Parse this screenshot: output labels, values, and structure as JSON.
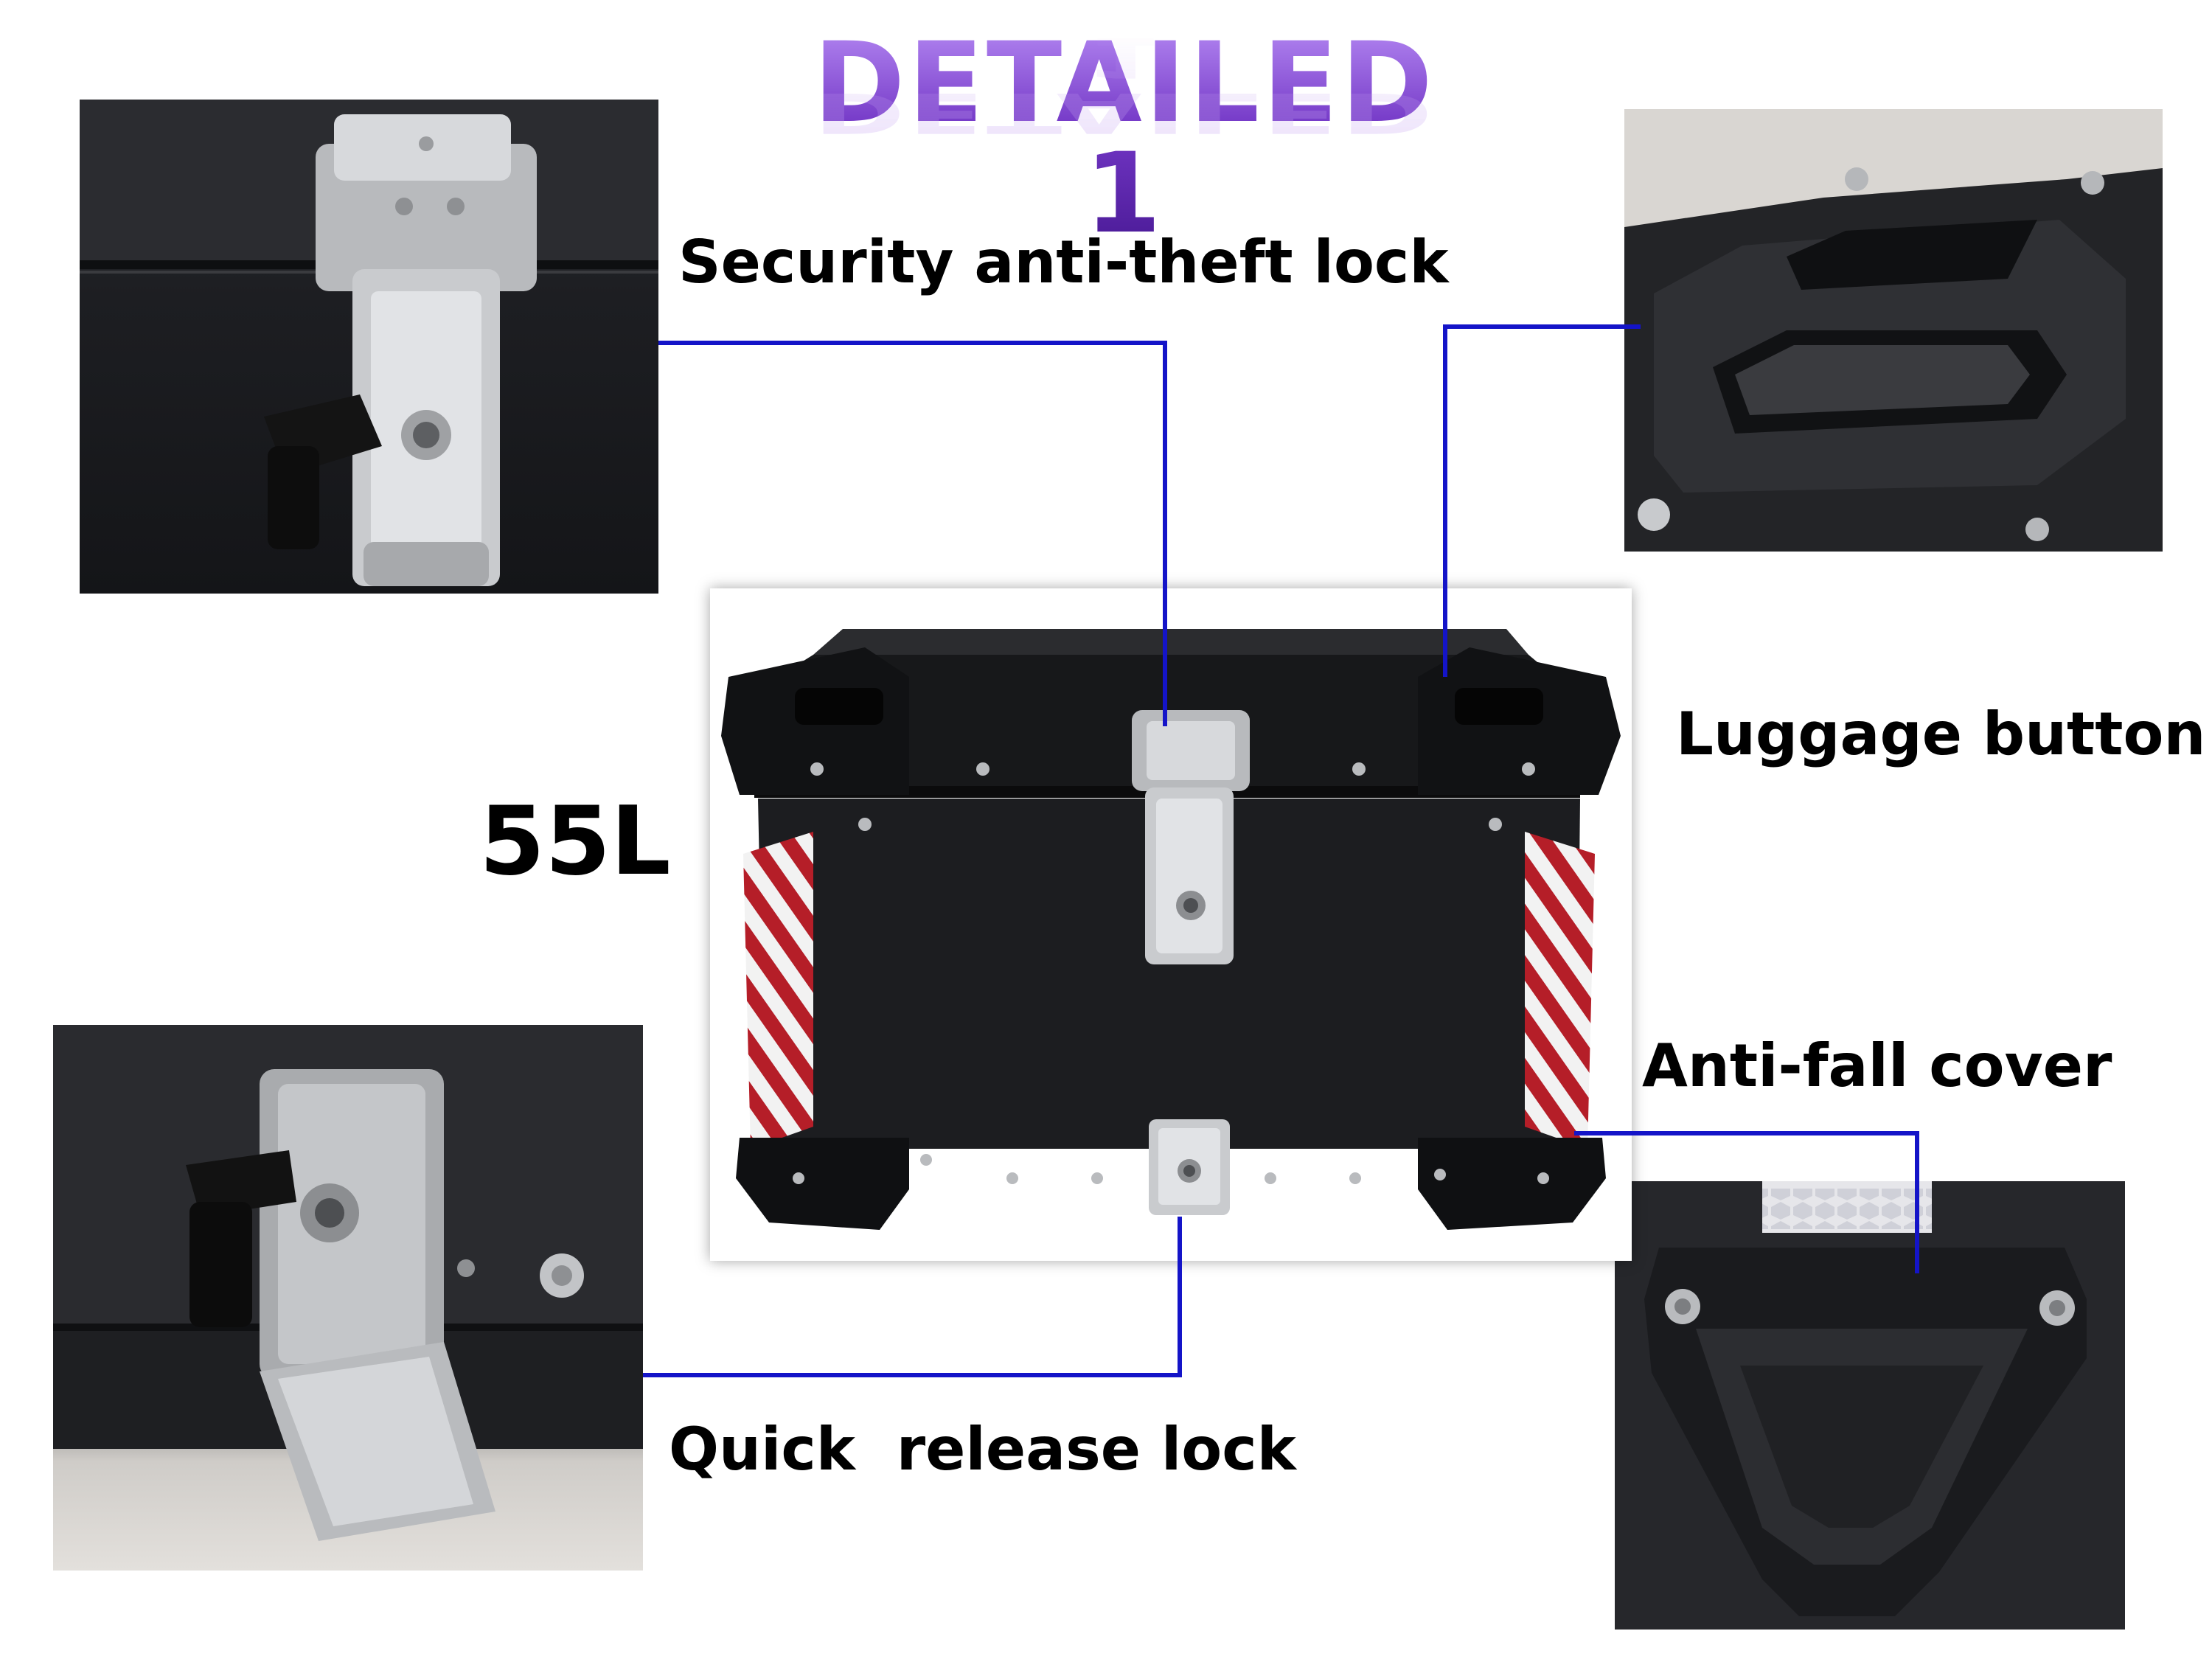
{
  "title": "DETAILED  1",
  "capacity": "55L",
  "callouts": {
    "security_lock": "Security anti-theft lock",
    "luggage_button": "Luggage button",
    "anti_fall_cover": "Anti-fall cover",
    "quick_release_lock": "Quick  release lock"
  },
  "colors": {
    "title_purple": "#7337c6",
    "connector_blue": "#1414c8",
    "case_black": "#1c1d20",
    "steel": "#c7c9cc",
    "reflector_red": "#b51e28"
  },
  "icons": {
    "key": "key-icon",
    "lock": "lock-icon"
  }
}
